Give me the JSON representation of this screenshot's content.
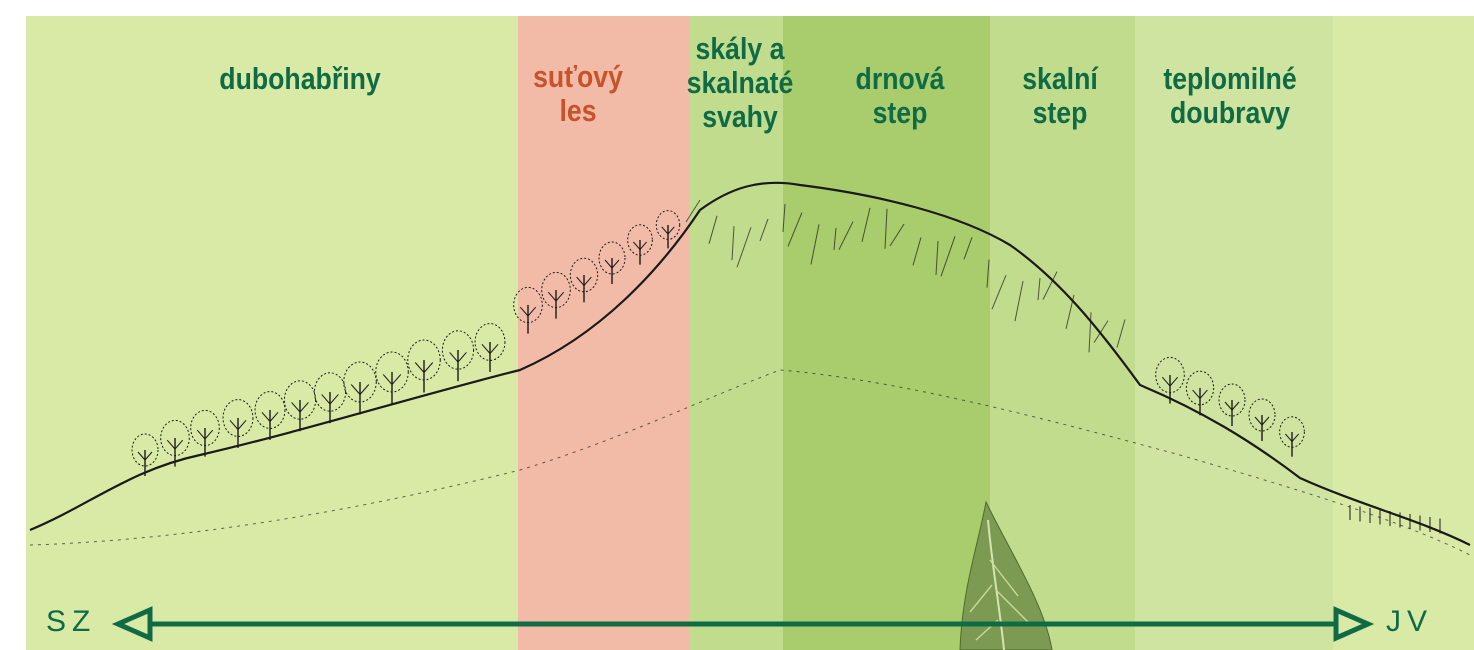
{
  "colors": {
    "label_green": "#0f6b45",
    "label_red": "#c8532a",
    "axis_green": "#0f6b45",
    "band_pale": "#d8eaa6",
    "band_red": "#f1bba8",
    "band_mid": "#c2dc8e",
    "band_deep": "#a9cc6c",
    "band_light": "#cfe4a0",
    "sketch": "#1a1a1a"
  },
  "zones": [
    {
      "id": "dubohabriny",
      "label": "dubohabřiny",
      "label_color": "label_green",
      "band_color": "band_pale"
    },
    {
      "id": "sutovy-les",
      "label": "suťový\nles",
      "label_color": "label_red",
      "band_color": "band_red"
    },
    {
      "id": "skaly",
      "label": "skály a\nskalnaté\nsvahy",
      "label_color": "label_green",
      "band_color": "band_mid"
    },
    {
      "id": "drnova-step",
      "label": "drnová\nstep",
      "label_color": "label_green",
      "band_color": "band_deep"
    },
    {
      "id": "skalni-step",
      "label": "skalní\nstep",
      "label_color": "label_green",
      "band_color": "band_mid"
    },
    {
      "id": "teplomilne-doubravy",
      "label": "teplomilné\ndoubravy",
      "label_color": "label_green",
      "band_color": "band_light"
    }
  ],
  "axis": {
    "left_label": "SZ",
    "right_label": "JV"
  },
  "icons": {
    "arrow_left": "arrow-left-icon",
    "arrow_right": "arrow-right-icon",
    "leaf": "leaf-icon",
    "tree": "tree-icon"
  }
}
